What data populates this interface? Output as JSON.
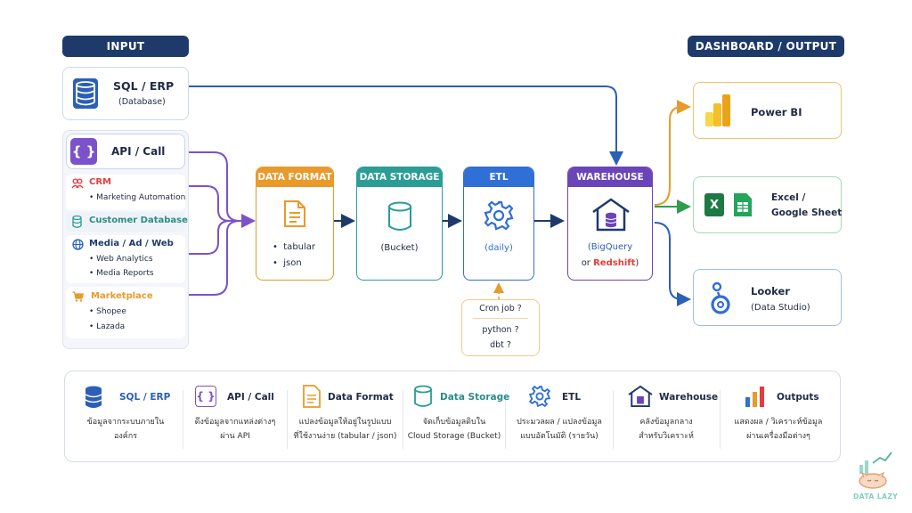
{
  "headers": {
    "input": "INPUT",
    "output": "DASHBOARD / OUTPUT"
  },
  "input": {
    "sql": {
      "title": "SQL / ERP",
      "subtitle": "(Database)"
    },
    "api": {
      "title": "API / Call"
    },
    "crm": {
      "title": "CRM",
      "items": [
        "Marketing Automation"
      ]
    },
    "customer_db": {
      "title": "Customer Database"
    },
    "media": {
      "title": "Media / Ad / Web",
      "items": [
        "Web Analytics",
        "Media Reports"
      ]
    },
    "marketplace": {
      "title": "Marketplace",
      "items": [
        "Shopee",
        "Lazada"
      ]
    }
  },
  "stages": {
    "format": {
      "title": "DATA FORMAT",
      "items": [
        "tabular",
        "json"
      ]
    },
    "storage": {
      "title": "DATA STORAGE",
      "label": "(Bucket)"
    },
    "etl": {
      "title": "ETL",
      "label": "(daily)"
    },
    "warehouse": {
      "title": "WAREHOUSE",
      "line1": "(BigQuery",
      "line2_prefix": "or ",
      "line2_red": "Redshift",
      "line2_suffix": ")"
    }
  },
  "tools": {
    "lines": [
      "Cron job ?",
      "python ?",
      "dbt ?"
    ]
  },
  "outputs": {
    "powerbi": "Power BI",
    "excel_line1": "Excel /",
    "excel_line2": "Google Sheet",
    "looker_line1": "Looker",
    "looker_line2": "(Data Studio)"
  },
  "legend": [
    {
      "title": "SQL / ERP",
      "desc1": "ข้อมูลจากระบบภายใน",
      "desc2": "องค์กร"
    },
    {
      "title": "API / Call",
      "desc1": "ดึงข้อมูลจากแหล่งต่างๆ",
      "desc2": "ผ่าน API"
    },
    {
      "title": "Data Format",
      "desc1": "แปลงข้อมูลให้อยู่ในรูปแบบ",
      "desc2": "ที่ใช้งานง่าย (tabular / json)"
    },
    {
      "title": "Data Storage",
      "desc1": "จัดเก็บข้อมูลดิบใน",
      "desc2": "Cloud Storage (Bucket)"
    },
    {
      "title": "ETL",
      "desc1": "ประมวลผล / แปลงข้อมูล",
      "desc2": "แบบอัตโนมัติ (รายวัน)"
    },
    {
      "title": "Warehouse",
      "desc1": "คลังข้อมูลกลาง",
      "desc2": "สำหรับวิเคราะห์"
    },
    {
      "title": "Outputs",
      "desc1": "แสดงผล / วิเคราะห์ข้อมูล",
      "desc2": "ผ่านเครื่องมือต่างๆ"
    }
  ],
  "logo": {
    "text": "DATA LAZY"
  },
  "colors": {
    "navy": "#1e3a6b",
    "purple": "#7b52c9",
    "format": "#e89a2b",
    "storage": "#2a9d96",
    "etl": "#2f6fd6",
    "warehouse": "#6a45b8",
    "red": "#e33d3d",
    "blue": "#2b5fb8"
  }
}
